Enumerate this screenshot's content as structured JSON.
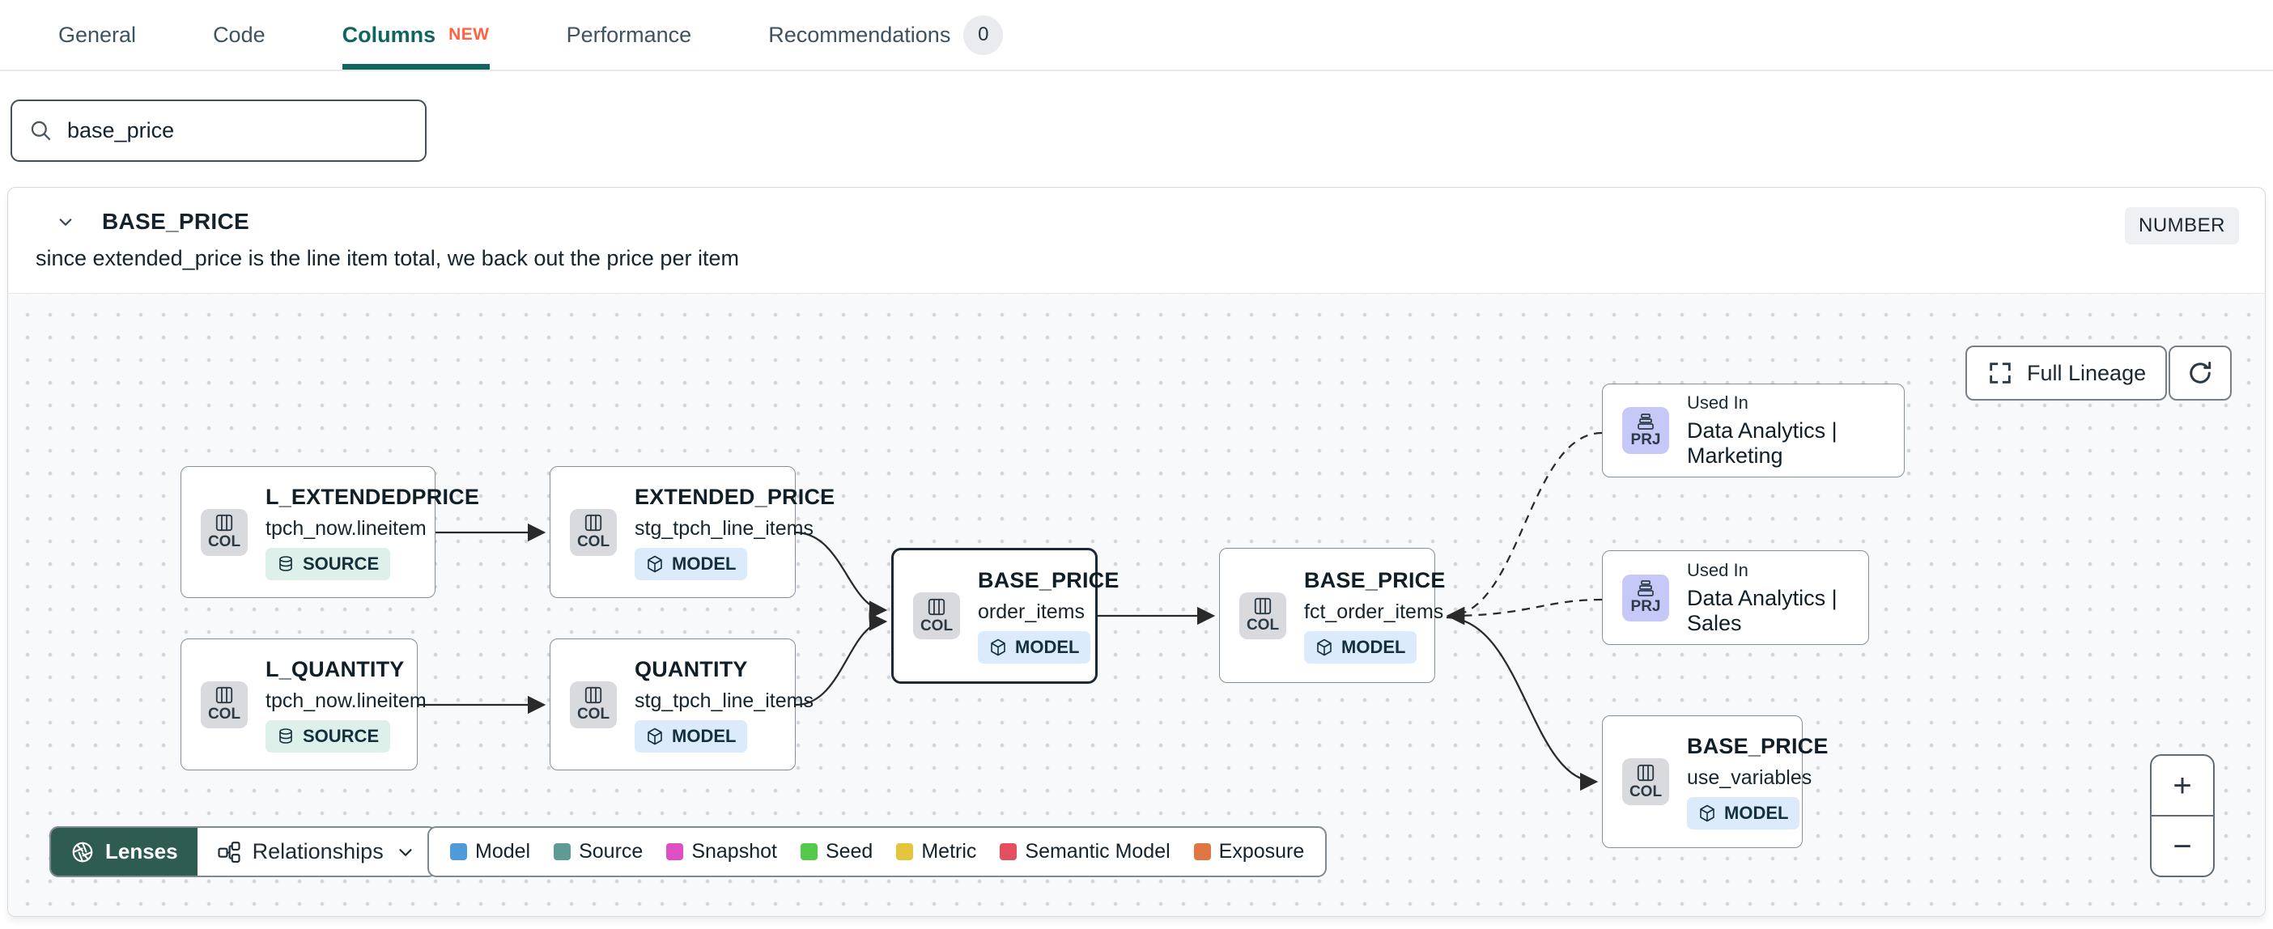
{
  "tabs": {
    "items": [
      {
        "label": "General"
      },
      {
        "label": "Code"
      },
      {
        "label": "Columns",
        "badge": "NEW",
        "active": true
      },
      {
        "label": "Performance"
      },
      {
        "label": "Recommendations",
        "count": "0"
      }
    ]
  },
  "search": {
    "value": "base_price"
  },
  "column": {
    "name": "BASE_PRICE",
    "type": "NUMBER",
    "description": "since extended_price is the line item total, we back out the price per item"
  },
  "lineage": {
    "full_lineage_label": "Full Lineage",
    "zoom_in": "+",
    "zoom_out": "−",
    "lenses_label": "Lenses",
    "relationships_label": "Relationships",
    "nodes": [
      {
        "title": "L_EXTENDEDPRICE",
        "subtitle": "tpch_now.lineitem",
        "chip": "COL",
        "badge": "SOURCE"
      },
      {
        "title": "EXTENDED_PRICE",
        "subtitle": "stg_tpch_line_items",
        "chip": "COL",
        "badge": "MODEL"
      },
      {
        "title": "L_QUANTITY",
        "subtitle": "tpch_now.lineitem",
        "chip": "COL",
        "badge": "SOURCE"
      },
      {
        "title": "QUANTITY",
        "subtitle": "stg_tpch_line_items",
        "chip": "COL",
        "badge": "MODEL"
      },
      {
        "title": "BASE_PRICE",
        "subtitle": "order_items",
        "chip": "COL",
        "badge": "MODEL",
        "selected": true
      },
      {
        "title": "BASE_PRICE",
        "subtitle": "fct_order_items",
        "chip": "COL",
        "badge": "MODEL"
      },
      {
        "title": "Used In",
        "subtitle": "Data Analytics | Marketing",
        "chip": "PRJ"
      },
      {
        "title": "Used In",
        "subtitle": "Data Analytics | Sales",
        "chip": "PRJ"
      },
      {
        "title": "BASE_PRICE",
        "subtitle": "use_variables",
        "chip": "COL",
        "badge": "MODEL"
      }
    ],
    "legend": [
      {
        "label": "Model",
        "color": "#4f9bd9"
      },
      {
        "label": "Source",
        "color": "#5d9b94"
      },
      {
        "label": "Snapshot",
        "color": "#e04ec4"
      },
      {
        "label": "Seed",
        "color": "#55c94a"
      },
      {
        "label": "Metric",
        "color": "#e5c53e"
      },
      {
        "label": "Semantic Model",
        "color": "#e34f5e"
      },
      {
        "label": "Exposure",
        "color": "#e07742"
      }
    ]
  }
}
